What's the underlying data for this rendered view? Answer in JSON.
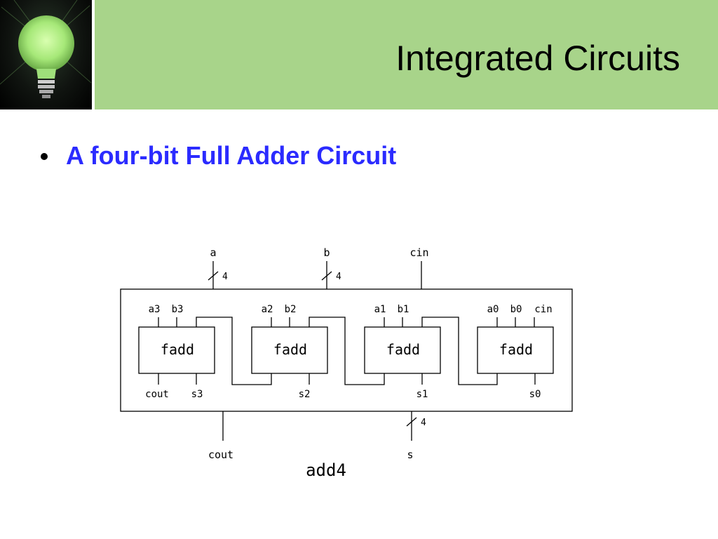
{
  "slide": {
    "title": "Integrated Circuits",
    "bullet": "A four-bit Full Adder Circuit"
  },
  "logo": {
    "icon": "lightbulb-icon",
    "glow_color": "#b6f08a"
  },
  "colors": {
    "band": "#a8d48a",
    "bullet_text": "#2b2bff"
  },
  "diagram": {
    "inputs": {
      "a": "a",
      "b": "b",
      "cin": "cin"
    },
    "bus_width_a": "4",
    "bus_width_b": "4",
    "bus_width_s": "4",
    "outputs": {
      "cout": "cout",
      "s": "s"
    },
    "module_name": "add4",
    "adders": [
      {
        "label": "fadd",
        "in1": "a3",
        "in2": "b3",
        "out_left": "cout",
        "out_right": "s3"
      },
      {
        "label": "fadd",
        "in1": "a2",
        "in2": "b2",
        "out_left": "",
        "out_right": "s2"
      },
      {
        "label": "fadd",
        "in1": "a1",
        "in2": "b1",
        "out_left": "",
        "out_right": "s1"
      },
      {
        "label": "fadd",
        "in1": "a0",
        "in2": "b0",
        "in3": "cin",
        "out_left": "",
        "out_right": "s0"
      }
    ]
  }
}
